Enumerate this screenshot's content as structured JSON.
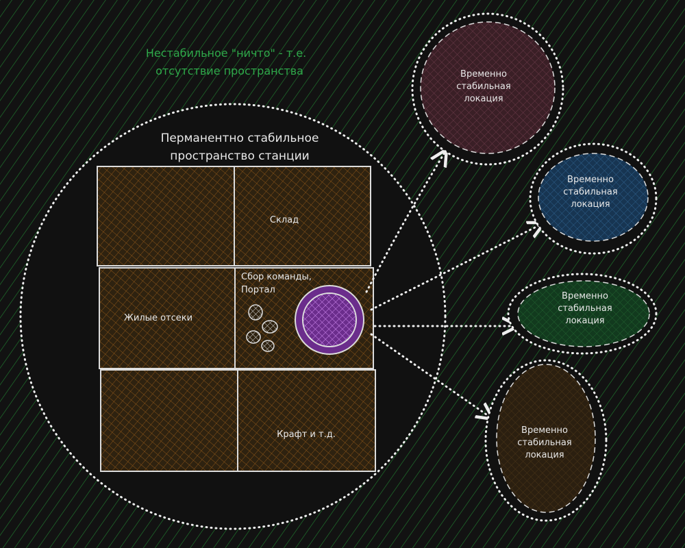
{
  "title_lines": [
    "Нестабильное \"ничто\" - т.е.",
    "отсутствие пространства"
  ],
  "station": {
    "title_lines": [
      "Перманентно стабильное",
      "пространство станции"
    ],
    "rooms": [
      {
        "label": ""
      },
      {
        "label": "Склад"
      },
      {
        "label": "Жилые отсеки"
      },
      {
        "label_lines": [
          "Сбор команды,",
          "Портал"
        ]
      },
      {
        "label": ""
      },
      {
        "label": "Крафт и т.д."
      }
    ]
  },
  "locations": [
    {
      "lines": [
        "Временно",
        "стабильная",
        "локация"
      ],
      "color": "#3a1f26"
    },
    {
      "lines": [
        "Временно",
        "стабильная",
        "локация"
      ],
      "color": "#173552"
    },
    {
      "lines": [
        "Временно",
        "стабильная",
        "локация"
      ],
      "color": "#123a1e"
    },
    {
      "lines": [
        "Временно",
        "стабильная",
        "локация"
      ],
      "color": "#2b1f10"
    }
  ],
  "colors": {
    "background": "#121212",
    "bg_hatch": "#1f7a2e",
    "room_fill": "#2e2210",
    "room_hatch": "#a0601a",
    "portal": "#6b2d8c",
    "portal_hatch": "#c070e0"
  }
}
